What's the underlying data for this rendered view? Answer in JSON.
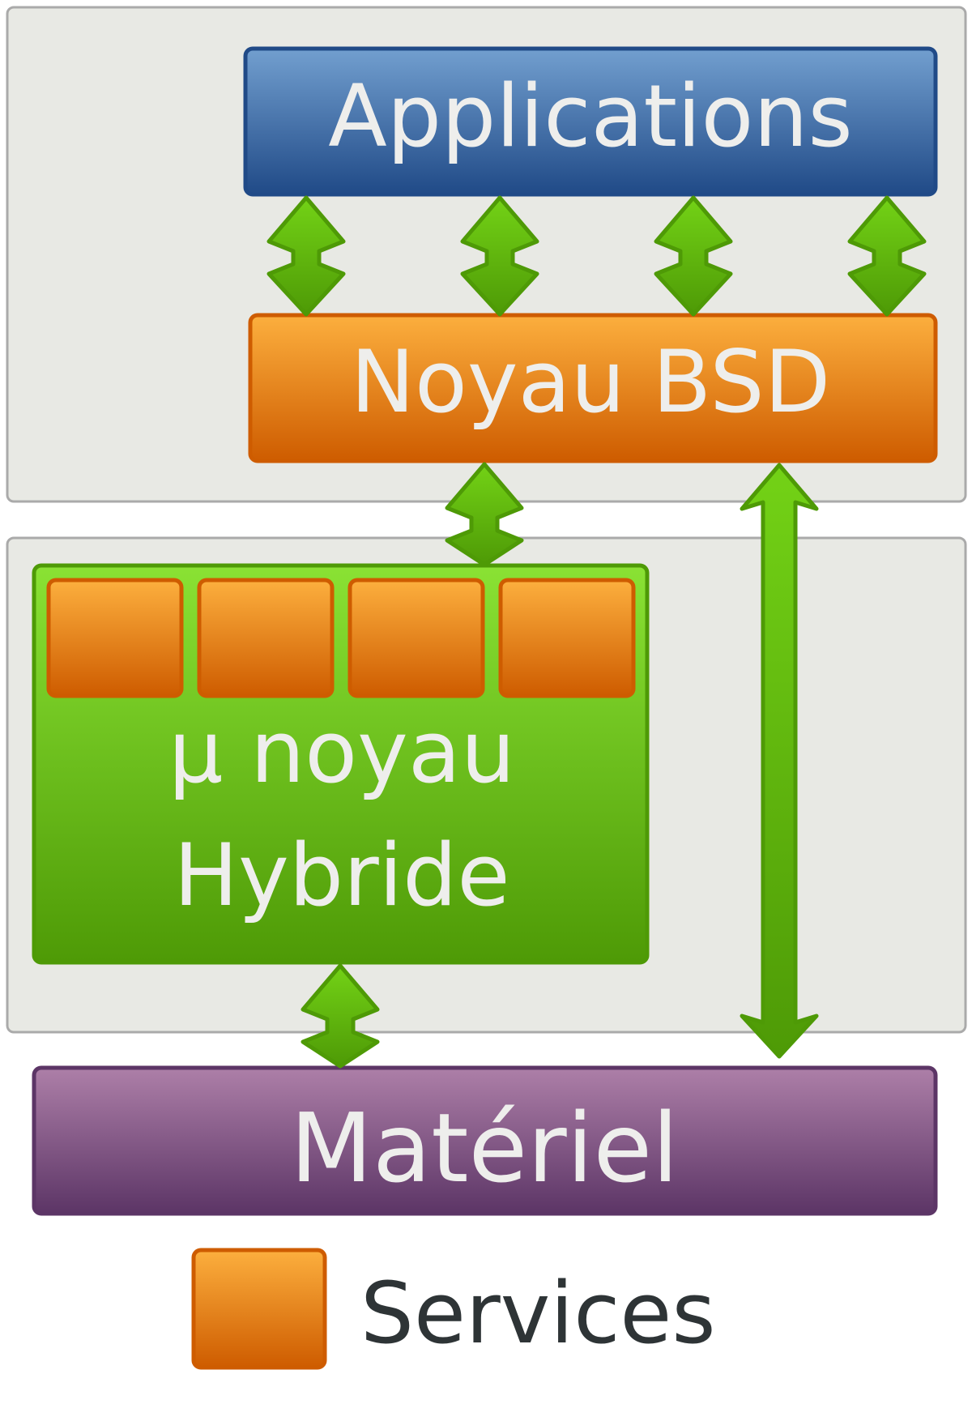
{
  "diagram": {
    "applications_label": "Applications",
    "bsd_kernel_label": "Noyau BSD",
    "microkernel_label_line1": "µ noyau",
    "microkernel_label_line2": "Hybride",
    "hardware_label": "Matériel",
    "legend_label": "Services",
    "service_blocks": 4,
    "colors": {
      "panel_fill": "#e8e9e4",
      "panel_border": "#aaaaaa",
      "applications_top": "#729fcf",
      "applications_bottom": "#204a87",
      "bsd_top": "#fcaf3e",
      "bsd_bottom": "#ce5c00",
      "microkernel_top": "#8ae234",
      "microkernel_bottom": "#4e9a06",
      "hardware_top": "#ad7fa8",
      "hardware_bottom": "#5c3566",
      "arrow_fill": "#4e9a06",
      "box_text": "#eeeeec",
      "legend_text": "#2e3436"
    }
  }
}
